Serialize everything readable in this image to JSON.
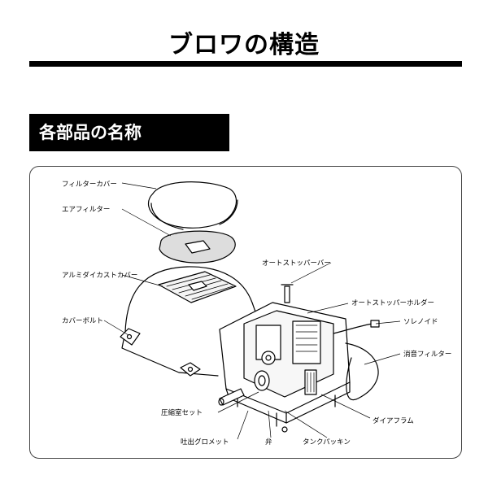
{
  "title": "ブロワの構造",
  "section": "各部品の名称",
  "labels": {
    "filter_cover": "フィルターカバー",
    "air_filter": "エアフィルター",
    "aluminum_die_cast_cover": "アルミダイカストカバー",
    "cover_bolt": "カバーボルト",
    "auto_stopper_bar": "オートストッパーバー",
    "auto_stopper_holder": "オートストッパーホルダー",
    "solenoid": "ソレノイド",
    "muffler_filter": "消音フィルター",
    "compression_chamber_set": "圧縮室セット",
    "discharge_grommet": "吐出グロメット",
    "valve": "弁",
    "tank_packing": "タンクパッキン",
    "diaphragm": "ダイアフラム"
  }
}
